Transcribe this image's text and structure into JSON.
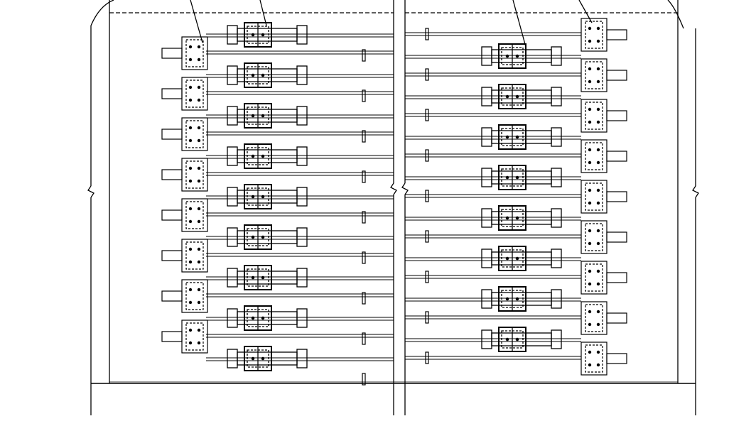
{
  "drawing": {
    "type": "technical-line-drawing",
    "line_color": "#000000",
    "background_color": "#ffffff",
    "left_rows": 8,
    "right_rows": 8,
    "text": []
  }
}
